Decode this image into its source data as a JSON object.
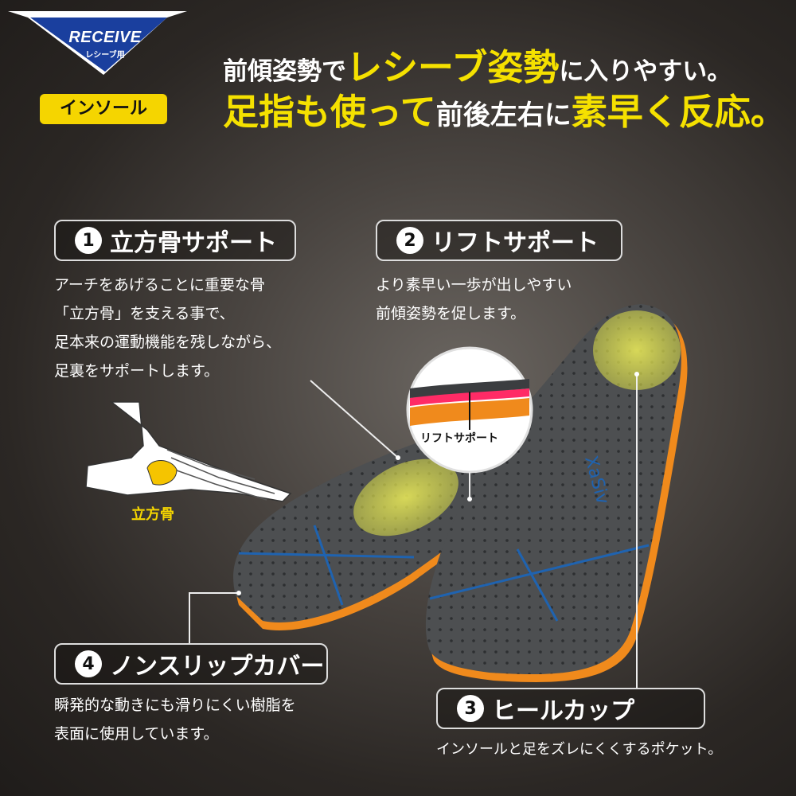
{
  "badge": {
    "title": "RECEIVE",
    "subtitle": "レシーブ用",
    "tag": "インソール"
  },
  "headline": {
    "line1": {
      "a": "前傾姿勢で",
      "b": "レシーブ姿勢",
      "c": "に入りやすい。"
    },
    "line2": {
      "a": "足指も使って",
      "b": "前後左右に",
      "c": "素早く反応。"
    }
  },
  "features": [
    {
      "num": "1",
      "title": "立方骨サポート",
      "desc": "アーチをあげることに重要な骨\n「立方骨」を支える事で、\n足本来の運動機能を残しながら、\n足裏をサポートします。"
    },
    {
      "num": "2",
      "title": "リフトサポート",
      "desc": "より素早い一歩が出しやすい\n前傾姿勢を促します。"
    },
    {
      "num": "3",
      "title": "ヒールカップ",
      "desc": "インソールと足をズレにくくするポケット。"
    },
    {
      "num": "4",
      "title": "ノンスリップカバー",
      "desc": "瞬発的な動きにも滑りにくい樹脂を\n表面に使用しています。"
    }
  ],
  "labels": {
    "cuboid": "立方骨",
    "lift_callout": "リフトサポート",
    "brand": "XaSiv"
  },
  "colors": {
    "accent_yellow": "#f5e100",
    "insole_gray": "#4d4f51",
    "stitch_blue": "#1f63b0",
    "edge_orange": "#f08a1c"
  }
}
